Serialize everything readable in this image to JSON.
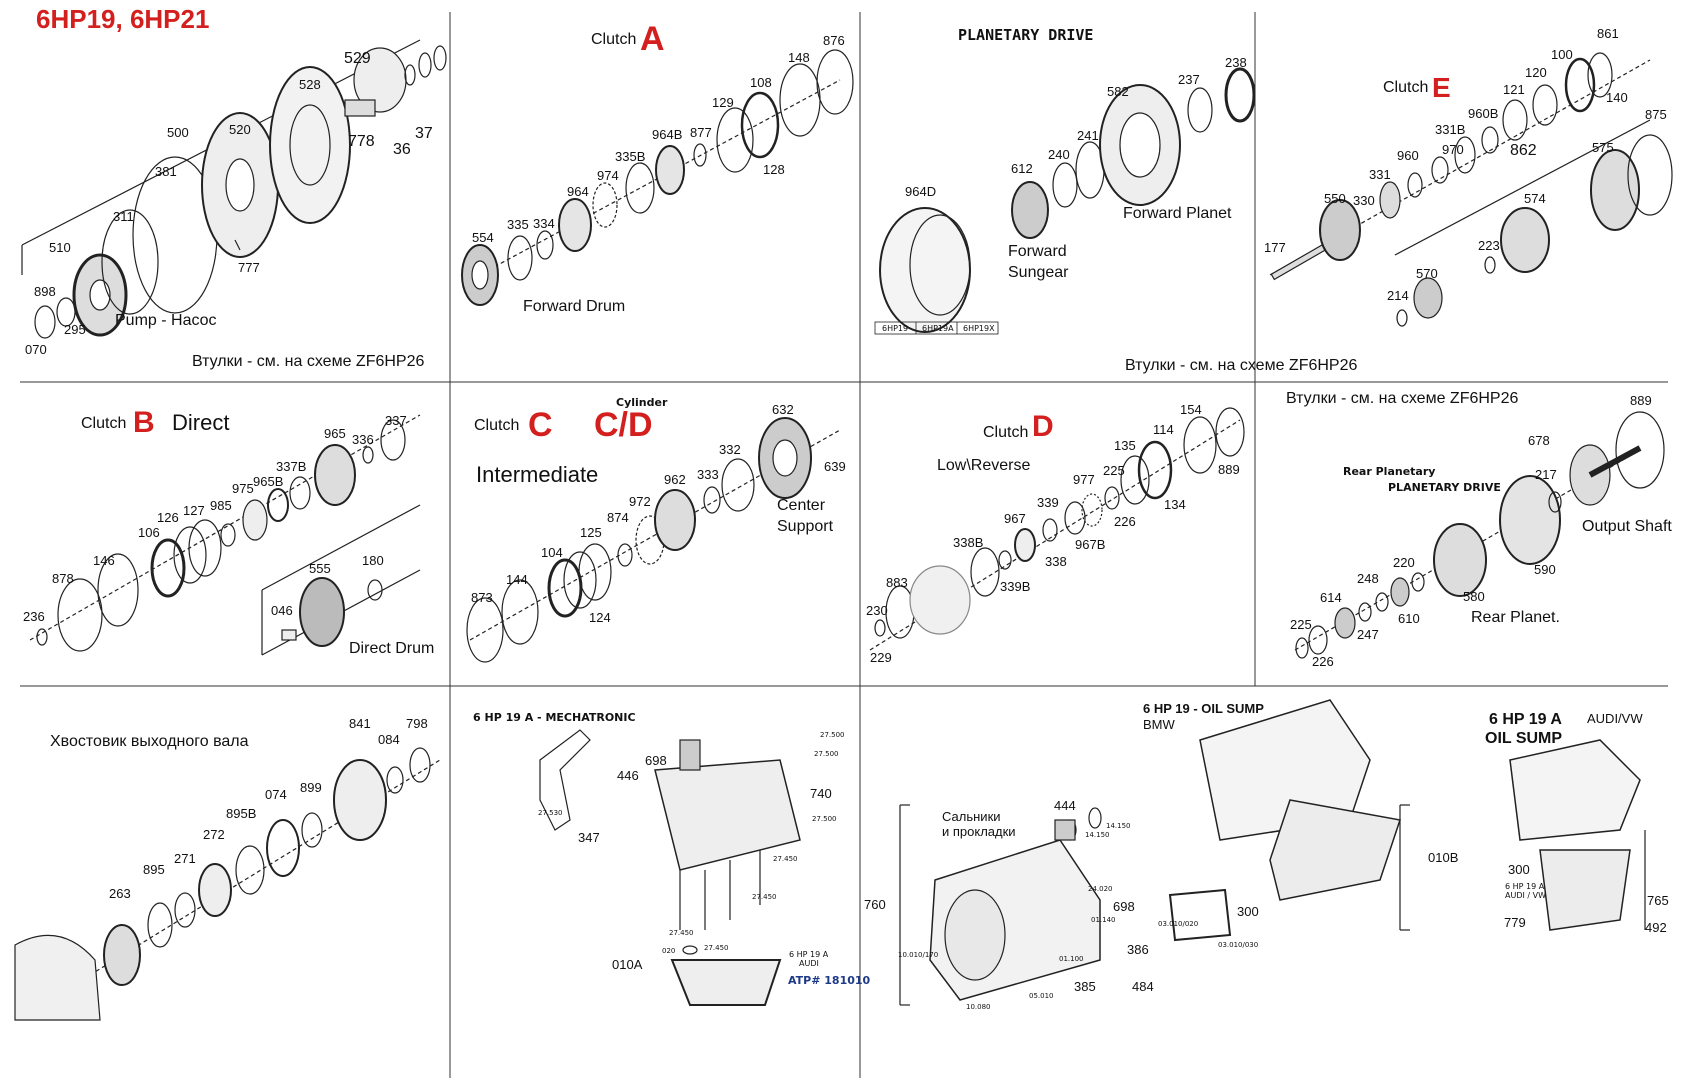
{
  "title": "6HP19, 6HP21",
  "note_bushings": "Втулки - см. на схеме ZF6HP26",
  "panels": {
    "pump": {
      "label": "Pump - Насос",
      "parts": [
        "529",
        "778",
        "36",
        "37",
        "528",
        "500",
        "520",
        "381",
        "311",
        "510",
        "898",
        "295",
        "070",
        "777"
      ]
    },
    "clutch_a": {
      "clutch_word": "Clutch",
      "letter": "A",
      "sub": "Forward Drum",
      "parts": [
        "876",
        "148",
        "108",
        "129",
        "877",
        "964B",
        "128",
        "335B",
        "974",
        "964",
        "554",
        "335",
        "334"
      ]
    },
    "planetary": {
      "header": "PLANETARY DRIVE",
      "fwd_planet": "Forward Planet",
      "fwd_sungear": "Forward Sungear",
      "parts": [
        "238",
        "237",
        "582",
        "241",
        "240",
        "612",
        "964D"
      ],
      "legend": [
        "6HP19",
        "6HP19A",
        "6HP19X"
      ]
    },
    "clutch_e": {
      "clutch_word": "Clutch",
      "letter": "E",
      "parts": [
        "861",
        "100",
        "120",
        "121",
        "140",
        "875",
        "331B",
        "960B",
        "862",
        "970",
        "960",
        "331",
        "550",
        "330",
        "575",
        "574",
        "177",
        "223",
        "570",
        "214"
      ]
    },
    "clutch_b": {
      "clutch_word": "Clutch",
      "letter": "B",
      "sub": "Direct",
      "drum": "Direct Drum",
      "parts": [
        "337",
        "965",
        "336",
        "337B",
        "965B",
        "975",
        "985",
        "126",
        "127",
        "106",
        "146",
        "878",
        "236",
        "555",
        "180",
        "046"
      ]
    },
    "clutch_c": {
      "clutch_word": "Clutch",
      "letter": "C",
      "cyl_word": "Cylinder",
      "cyl": "C/D",
      "sub": "Intermediate",
      "center1": "Center",
      "center2": "Support",
      "parts": [
        "632",
        "639",
        "332",
        "333",
        "962",
        "972",
        "874",
        "125",
        "104",
        "144",
        "873",
        "124"
      ]
    },
    "clutch_d": {
      "clutch_word": "Clutch",
      "letter": "D",
      "sub": "Low\\Reverse",
      "parts": [
        "154",
        "114",
        "135",
        "889",
        "225",
        "977",
        "134",
        "226",
        "339",
        "967",
        "967B",
        "338",
        "338B",
        "339B",
        "883",
        "230",
        "229"
      ]
    },
    "rear": {
      "header1": "Rear Planetary",
      "header2": "PLANETARY DRIVE",
      "output": "Output Shaft",
      "rear_planet": "Rear Planet.",
      "parts": [
        "889",
        "678",
        "217",
        "590",
        "220",
        "248",
        "580",
        "614",
        "610",
        "225",
        "247",
        "226"
      ]
    },
    "tail": {
      "label": "Хвостовик выходного вала",
      "parts": [
        "841",
        "798",
        "084",
        "074",
        "899",
        "895B",
        "272",
        "271",
        "895",
        "263"
      ]
    },
    "mechatronic": {
      "header": "6 HP 19 A - MECHATRONIC",
      "small": [
        "27.500",
        "27.500",
        "27.500",
        "27.530",
        "27.450",
        "27.450",
        "27.450",
        "27.450",
        "020"
      ],
      "parts": [
        "446",
        "698",
        "740",
        "347",
        "010A"
      ],
      "box1": "6 HP 19 A",
      "box2": "AUDI",
      "atp": "ATP# 181010"
    },
    "sump": {
      "bmw_header": "6 HP 19 - OIL SUMP",
      "bmw": "BMW",
      "audi_header1": "6 HP 19 A",
      "audi_header2": "OIL SUMP",
      "audi_vw": "AUDI/VW",
      "seals1": "Сальники",
      "seals2": "и прокладки",
      "parts": [
        "444",
        "760",
        "698",
        "300",
        "386",
        "385",
        "484",
        "010B",
        "300",
        "765",
        "779",
        "492"
      ],
      "small": [
        "14.150",
        "14.150",
        "24.020",
        "01.140",
        "10.010/170",
        "01.100",
        "10.080",
        "05.010",
        "03.010/020",
        "03.010/030"
      ],
      "audi_note1": "6 HP 19 A",
      "audi_note2": "AUDI / VW"
    }
  }
}
